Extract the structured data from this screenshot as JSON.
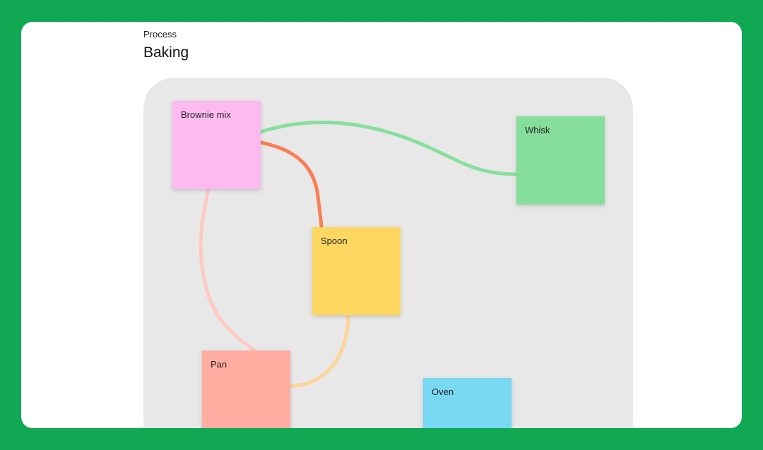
{
  "page": {
    "background_color": "#11A853"
  },
  "header": {
    "eyebrow": "Process",
    "title": "Baking"
  },
  "board": {
    "background_color": "#E8E8E8",
    "notes": [
      {
        "id": "brownie-mix",
        "label": "Brownie mix",
        "color": "#FDBAF1"
      },
      {
        "id": "whisk",
        "label": "Whisk",
        "color": "#85DE9B"
      },
      {
        "id": "spoon",
        "label": "Spoon",
        "color": "#FED763"
      },
      {
        "id": "pan",
        "label": "Pan",
        "color": "#FFADA1"
      },
      {
        "id": "oven",
        "label": "Oven",
        "color": "#79D8F1"
      }
    ],
    "connectors": [
      {
        "id": "brownie-mix-to-whisk",
        "from": "Brownie mix",
        "to": "Whisk",
        "color": "#88DF9D"
      },
      {
        "id": "brownie-mix-to-spoon",
        "from": "Brownie mix",
        "to": "Spoon",
        "color": "#FA7D54"
      },
      {
        "id": "brownie-mix-to-pan",
        "from": "Brownie mix",
        "to": "Pan",
        "color": "#FFC9C3"
      },
      {
        "id": "spoon-to-pan",
        "from": "Spoon",
        "to": "Pan",
        "color": "#FFD49B"
      }
    ]
  }
}
